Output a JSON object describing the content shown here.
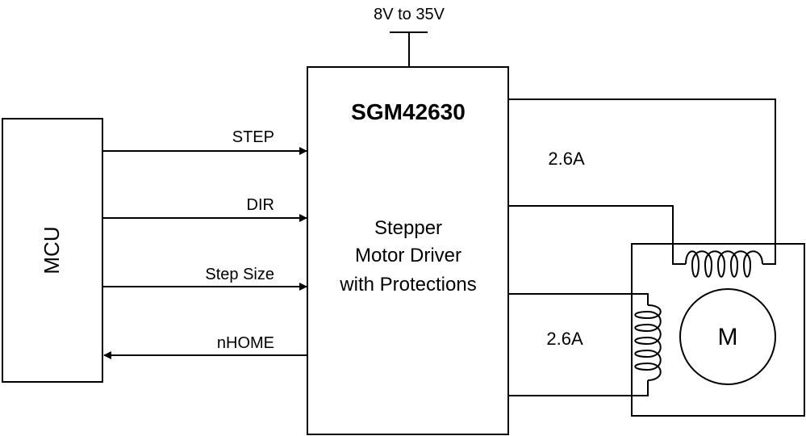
{
  "supply": {
    "label": "8V to 35V"
  },
  "mcu": {
    "label": "MCU"
  },
  "chip": {
    "name": "SGM42630",
    "desc_line1": "Stepper",
    "desc_line2": "Motor Driver",
    "desc_line3": "with Protections"
  },
  "signals": {
    "step": "STEP",
    "dir": "DIR",
    "step_size": "Step Size",
    "nhome": "nHOME"
  },
  "currents": {
    "top": "2.6A",
    "bottom": "2.6A"
  },
  "motor": {
    "label": "M"
  }
}
